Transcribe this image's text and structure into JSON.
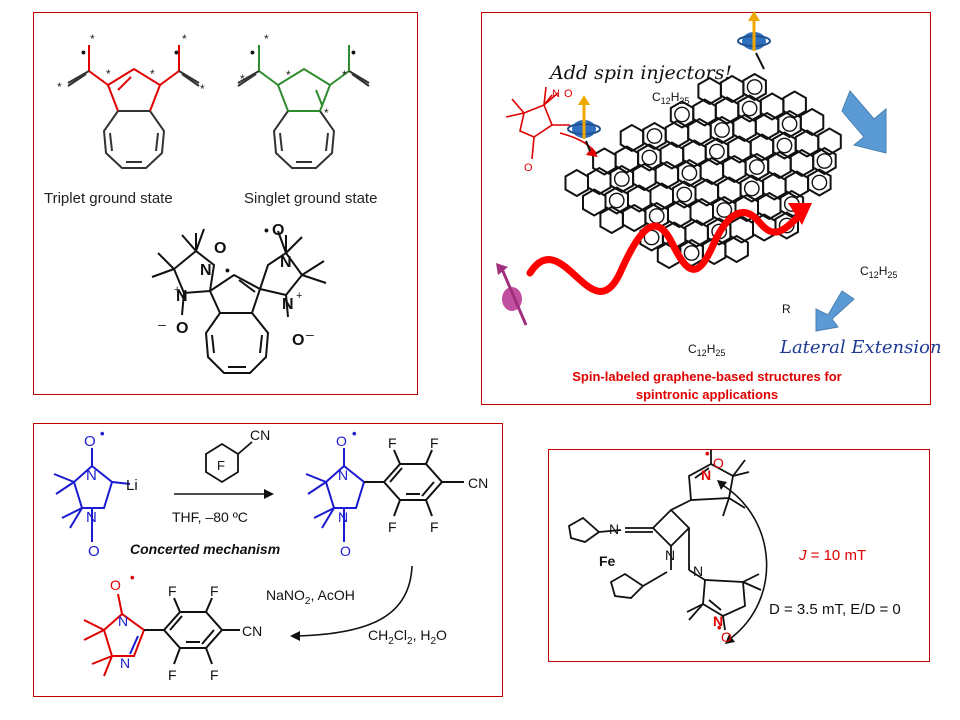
{
  "panel_top_left": {
    "label_triplet": "Triplet ground state",
    "label_singlet": "Singlet ground state",
    "dot": "•",
    "star": "*",
    "atom_N": "N",
    "atom_O": "O",
    "plus": "+",
    "minus": "–"
  },
  "panel_top_right": {
    "title_add": "Add spin injectors!",
    "alkyl_1": "C",
    "alkyl_sub": "12",
    "alkyl_h": "H",
    "alkyl_hsub": "25",
    "substituent_R": "R",
    "lateral_extension": "Lateral Extension",
    "caption_line1": "Spin-labeled graphene-based structures for",
    "caption_line2": "spintronic applications",
    "colors": {
      "wave": "#ff0000",
      "arrow": "#5b9bd5",
      "caption": "#e00000",
      "lateral": "#1f3a93"
    }
  },
  "panel_bottom_left": {
    "reagent_CN": "CN",
    "reagent_F": "F",
    "Li": "Li",
    "conditions_1": "THF,  –80 ºC",
    "mechanism": "Concerted mechanism",
    "conditions_2a": "NaNO",
    "conditions_2a_sub": "2",
    "conditions_2b": ", AcOH",
    "conditions_3a": "CH",
    "conditions_3a_sub": "2",
    "conditions_3b": "Cl",
    "conditions_3b_sub": "2",
    "conditions_3c": ", H",
    "conditions_3c_sub": "2",
    "conditions_3d": "O"
  },
  "panel_bottom_right": {
    "J_label": "J",
    "J_value": " = 10 mT",
    "D_value": "D  = 3.5 mT, E/D = 0",
    "Fe": "Fe",
    "N": "N",
    "O": "O"
  }
}
